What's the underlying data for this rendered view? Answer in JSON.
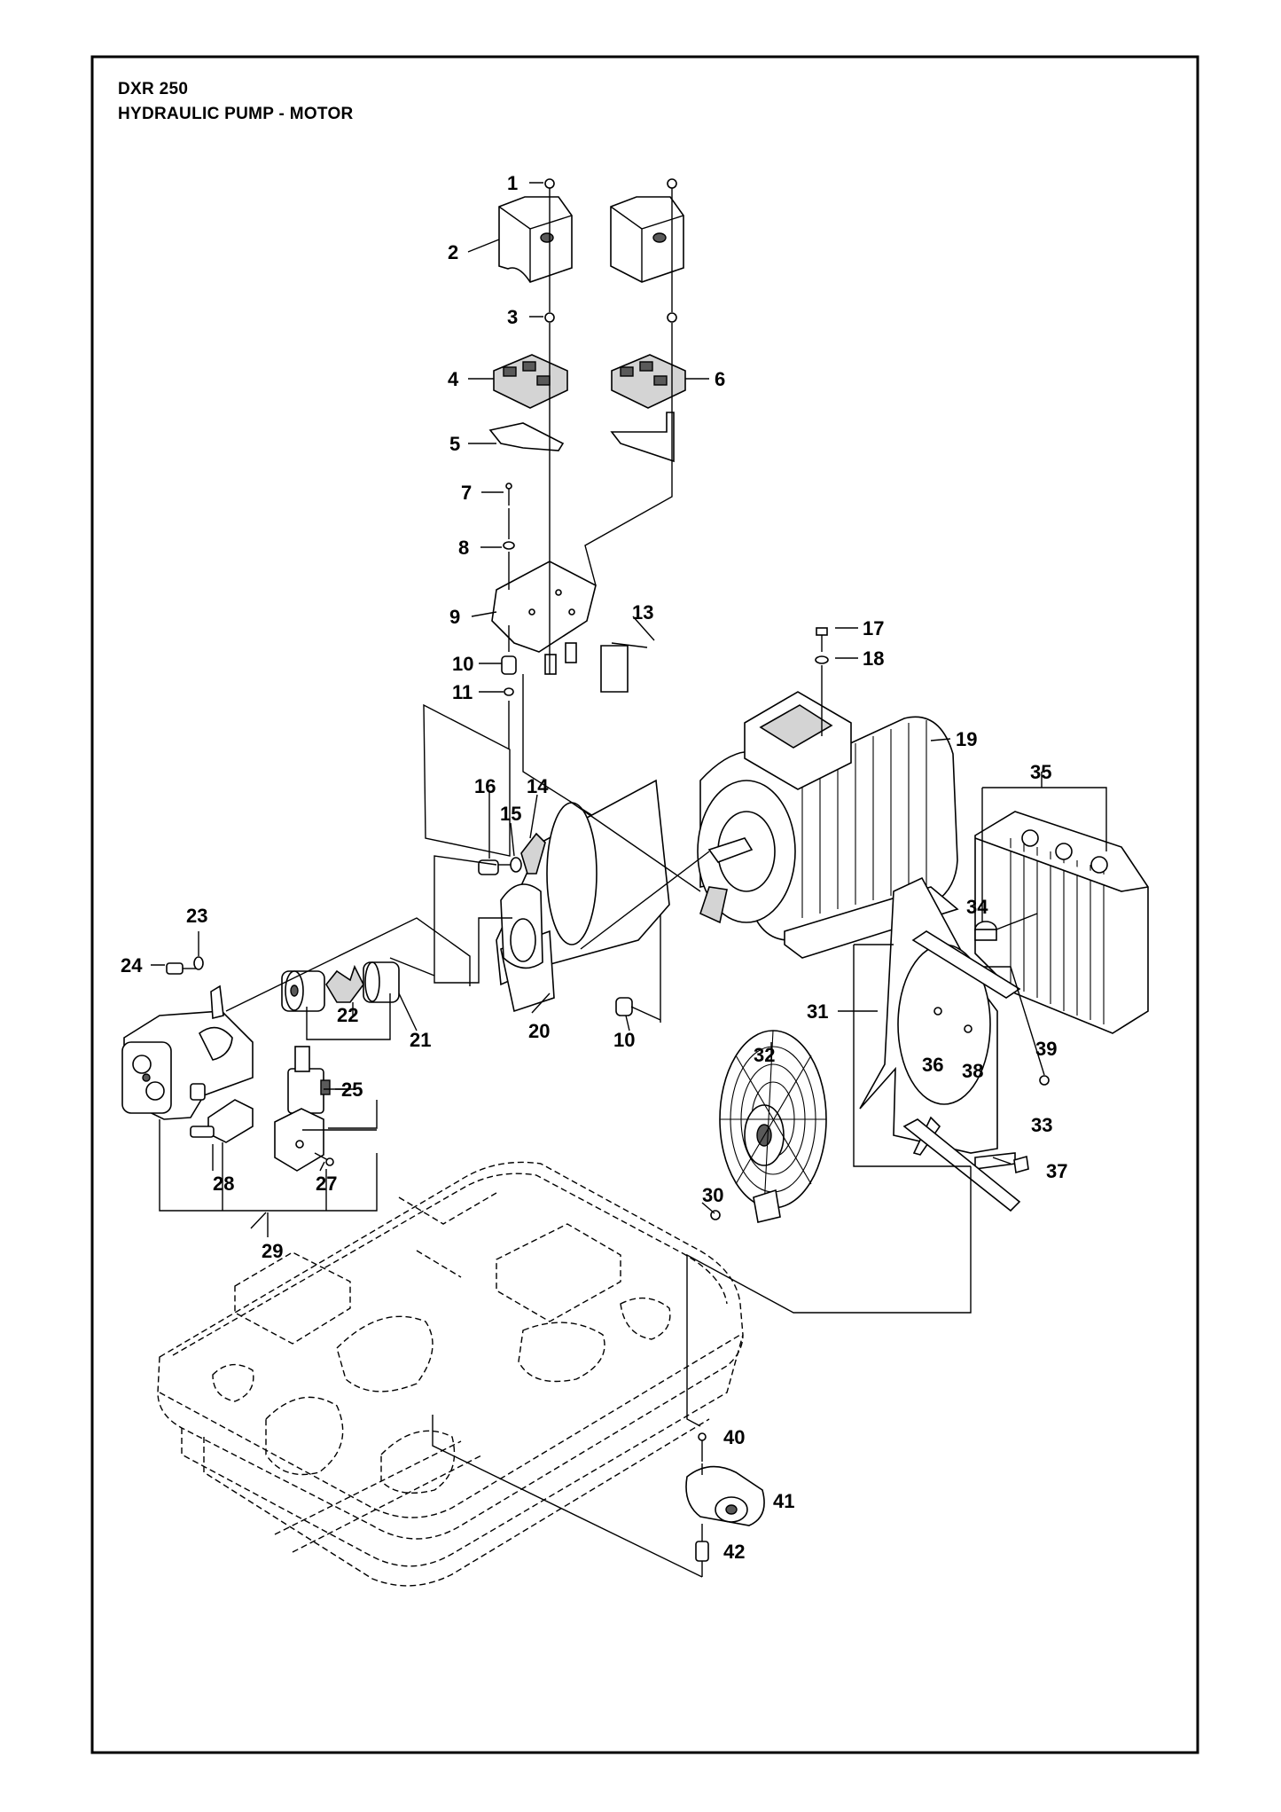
{
  "header": {
    "model": "DXR 250",
    "title": "HYDRAULIC PUMP - MOTOR"
  },
  "callouts": [
    {
      "id": "c1",
      "label": "1"
    },
    {
      "id": "c2",
      "label": "2"
    },
    {
      "id": "c3",
      "label": "3"
    },
    {
      "id": "c4",
      "label": "4"
    },
    {
      "id": "c5",
      "label": "5"
    },
    {
      "id": "c6",
      "label": "6"
    },
    {
      "id": "c7",
      "label": "7"
    },
    {
      "id": "c8",
      "label": "8"
    },
    {
      "id": "c9",
      "label": "9"
    },
    {
      "id": "c10a",
      "label": "10"
    },
    {
      "id": "c10b",
      "label": "10"
    },
    {
      "id": "c11",
      "label": "11"
    },
    {
      "id": "c13",
      "label": "13"
    },
    {
      "id": "c14",
      "label": "14"
    },
    {
      "id": "c15",
      "label": "15"
    },
    {
      "id": "c16",
      "label": "16"
    },
    {
      "id": "c17",
      "label": "17"
    },
    {
      "id": "c18",
      "label": "18"
    },
    {
      "id": "c19",
      "label": "19"
    },
    {
      "id": "c20",
      "label": "20"
    },
    {
      "id": "c21",
      "label": "21"
    },
    {
      "id": "c22",
      "label": "22"
    },
    {
      "id": "c23",
      "label": "23"
    },
    {
      "id": "c24",
      "label": "24"
    },
    {
      "id": "c25",
      "label": "25"
    },
    {
      "id": "c27",
      "label": "27"
    },
    {
      "id": "c28",
      "label": "28"
    },
    {
      "id": "c29",
      "label": "29"
    },
    {
      "id": "c30",
      "label": "30"
    },
    {
      "id": "c31",
      "label": "31"
    },
    {
      "id": "c32",
      "label": "32"
    },
    {
      "id": "c33",
      "label": "33"
    },
    {
      "id": "c34",
      "label": "34"
    },
    {
      "id": "c35",
      "label": "35"
    },
    {
      "id": "c36",
      "label": "36"
    },
    {
      "id": "c37",
      "label": "37"
    },
    {
      "id": "c38",
      "label": "38"
    },
    {
      "id": "c39",
      "label": "39"
    },
    {
      "id": "c40",
      "label": "40"
    },
    {
      "id": "c41",
      "label": "41"
    },
    {
      "id": "c42",
      "label": "42"
    }
  ]
}
